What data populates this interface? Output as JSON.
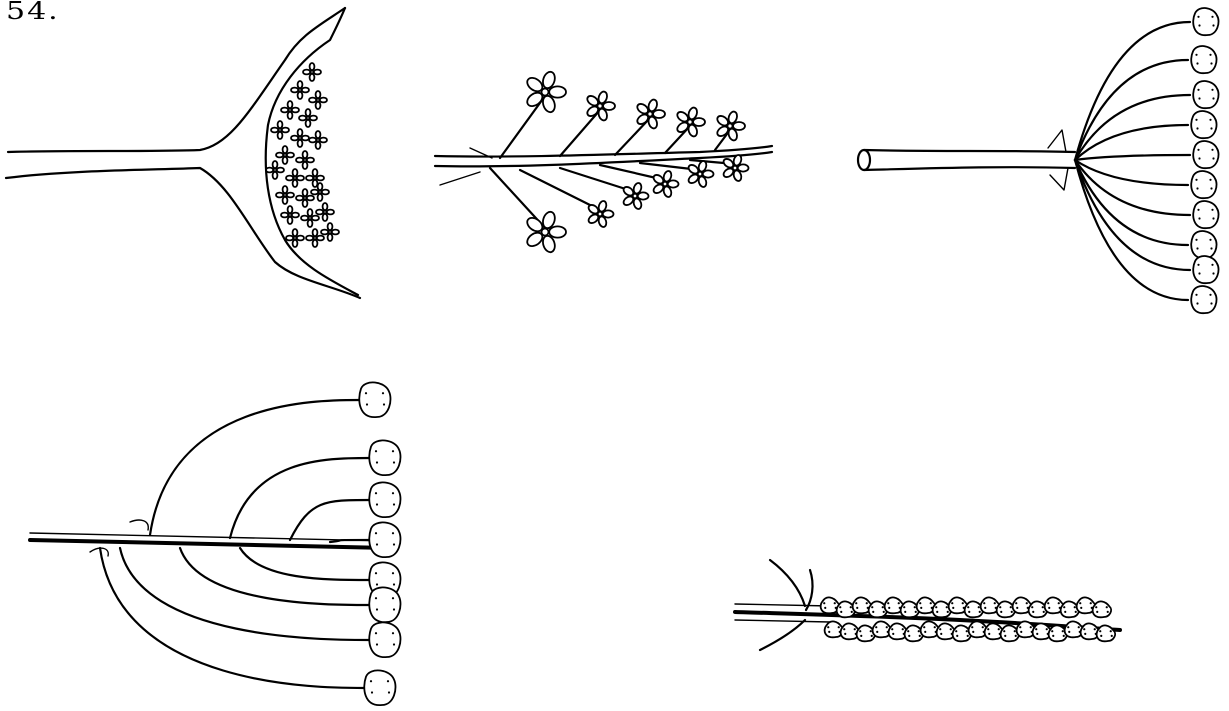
{
  "figure": {
    "number_label": "54."
  },
  "drawings": [
    {
      "id": "panel-1",
      "icon": "spathe-inflorescence-icon"
    },
    {
      "id": "panel-2",
      "icon": "raceme-inflorescence-icon"
    },
    {
      "id": "panel-3",
      "icon": "umbel-inflorescence-icon"
    },
    {
      "id": "panel-4",
      "icon": "corymb-inflorescence-icon"
    },
    {
      "id": "panel-5",
      "icon": "spike-inflorescence-icon"
    }
  ]
}
